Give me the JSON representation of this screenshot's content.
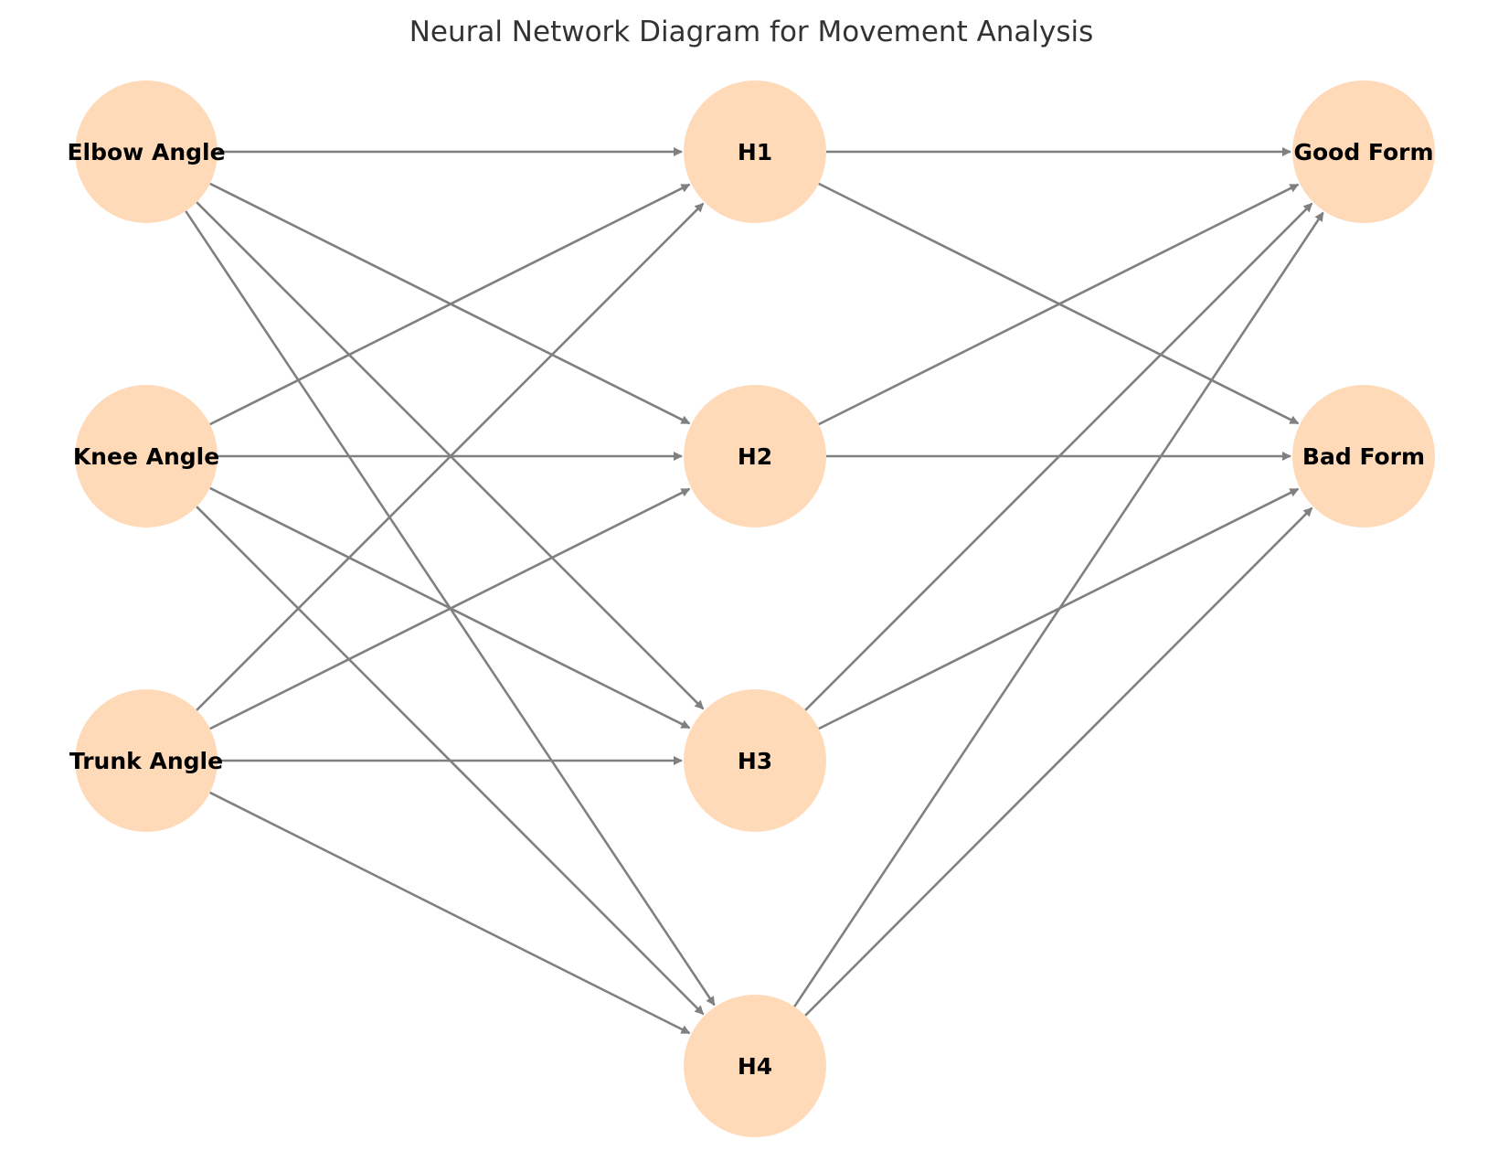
{
  "title": "Neural Network Diagram for Movement Analysis",
  "colors": {
    "node_fill": "#ffdab9",
    "edge": "#808080",
    "title": "#333333",
    "label": "#000000",
    "background": "#ffffff"
  },
  "layers": [
    {
      "name": "input",
      "nodes": [
        {
          "id": "elbow",
          "label": "Elbow Angle"
        },
        {
          "id": "knee",
          "label": "Knee Angle"
        },
        {
          "id": "trunk",
          "label": "Trunk Angle"
        }
      ]
    },
    {
      "name": "hidden",
      "nodes": [
        {
          "id": "h1",
          "label": "H1"
        },
        {
          "id": "h2",
          "label": "H2"
        },
        {
          "id": "h3",
          "label": "H3"
        },
        {
          "id": "h4",
          "label": "H4"
        }
      ]
    },
    {
      "name": "output",
      "nodes": [
        {
          "id": "good",
          "label": "Good Form"
        },
        {
          "id": "bad",
          "label": "Bad Form"
        }
      ]
    }
  ],
  "edges": [
    {
      "from": "elbow",
      "to": "h1"
    },
    {
      "from": "elbow",
      "to": "h2"
    },
    {
      "from": "elbow",
      "to": "h3"
    },
    {
      "from": "elbow",
      "to": "h4"
    },
    {
      "from": "knee",
      "to": "h1"
    },
    {
      "from": "knee",
      "to": "h2"
    },
    {
      "from": "knee",
      "to": "h3"
    },
    {
      "from": "knee",
      "to": "h4"
    },
    {
      "from": "trunk",
      "to": "h1"
    },
    {
      "from": "trunk",
      "to": "h2"
    },
    {
      "from": "trunk",
      "to": "h3"
    },
    {
      "from": "trunk",
      "to": "h4"
    },
    {
      "from": "h1",
      "to": "good"
    },
    {
      "from": "h1",
      "to": "bad"
    },
    {
      "from": "h2",
      "to": "good"
    },
    {
      "from": "h2",
      "to": "bad"
    },
    {
      "from": "h3",
      "to": "good"
    },
    {
      "from": "h3",
      "to": "bad"
    },
    {
      "from": "h4",
      "to": "good"
    },
    {
      "from": "h4",
      "to": "bad"
    }
  ]
}
